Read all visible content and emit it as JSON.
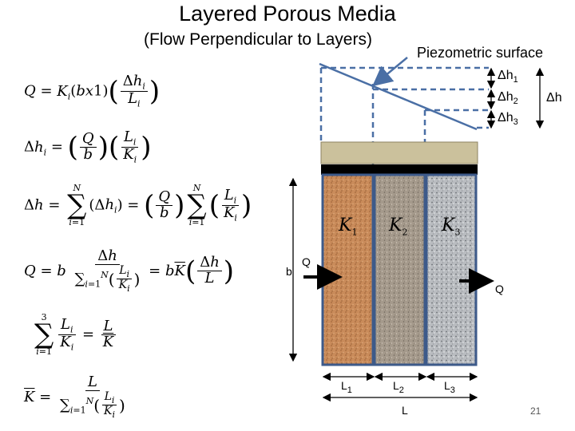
{
  "title": "Layered Porous Media",
  "subtitle": "(Flow Perpendicular to Layers)",
  "piezometric_label": "Piezometric surface",
  "head_labels": {
    "dh1": "Δh",
    "dh1_sub": "1",
    "dh2": "Δh",
    "dh2_sub": "2",
    "dh3": "Δh",
    "dh3_sub": "3",
    "dh": "Δh"
  },
  "layers": [
    {
      "k": "K",
      "sub": "1",
      "length": "L",
      "length_sub": "1",
      "color": "#c98b5a"
    },
    {
      "k": "K",
      "sub": "2",
      "length": "L",
      "length_sub": "2",
      "color": "#a59a8c"
    },
    {
      "k": "K",
      "sub": "3",
      "length": "L",
      "length_sub": "3",
      "color": "#b9bcc0"
    }
  ],
  "flow_in_label": "Q",
  "flow_out_label": "Q",
  "b_label": "b",
  "total_length_label": "L",
  "page_number": "21",
  "colors": {
    "dashed_line": "#4a6fa5",
    "frame": "#3d5a8a",
    "cap": "#cbc19c",
    "bar": "#000000"
  }
}
